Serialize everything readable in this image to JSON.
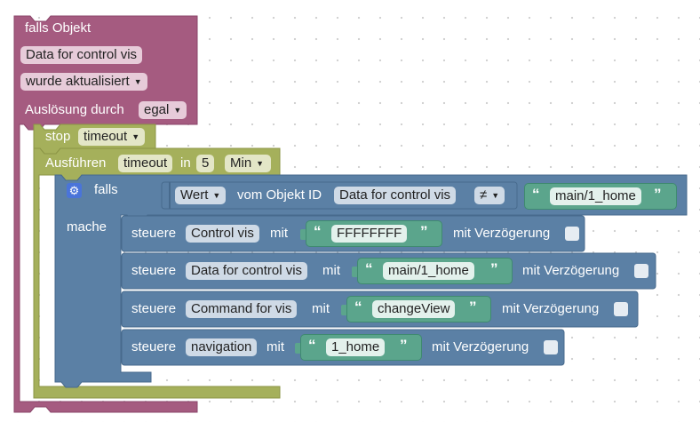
{
  "trigger": {
    "title": "falls Objekt",
    "object_name": "Data for control vis",
    "event_option": "wurde aktualisiert",
    "trigger_by_label": "Auslösung durch",
    "trigger_by_value": "egal"
  },
  "stop_timeout": {
    "label": "stop",
    "name": "timeout"
  },
  "set_timeout": {
    "label": "Ausführen",
    "name": "timeout",
    "in_label": "in",
    "delay": "5",
    "unit": "Min"
  },
  "if_block": {
    "if_label": "falls",
    "do_label": "mache",
    "condition": {
      "attr": "Wert",
      "from_label": "vom Objekt ID",
      "object_id": "Data for control vis",
      "operator": "≠",
      "value": "main/1_home"
    }
  },
  "controls": [
    {
      "label": "steuere",
      "target": "Control vis",
      "with_label": "mit",
      "value": "FFFFFFFF",
      "delay_label": "mit Verzögerung"
    },
    {
      "label": "steuere",
      "target": "Data for control vis",
      "with_label": "mit",
      "value": "main/1_home",
      "delay_label": "mit Verzögerung"
    },
    {
      "label": "steuere",
      "target": "Command for vis",
      "with_label": "mit",
      "value": "changeView",
      "delay_label": "mit Verzögerung"
    },
    {
      "label": "steuere",
      "target": "navigation",
      "with_label": "mit",
      "value": "1_home",
      "delay_label": "mit Verzögerung"
    }
  ],
  "quote_open": "“",
  "quote_close": "”",
  "colors": {
    "event_block": "#a55b80",
    "timeout_block": "#a5b05b",
    "logic_block": "#5b80a5",
    "text_block": "#5ba58c",
    "gear_icon": "#4a74d9"
  }
}
